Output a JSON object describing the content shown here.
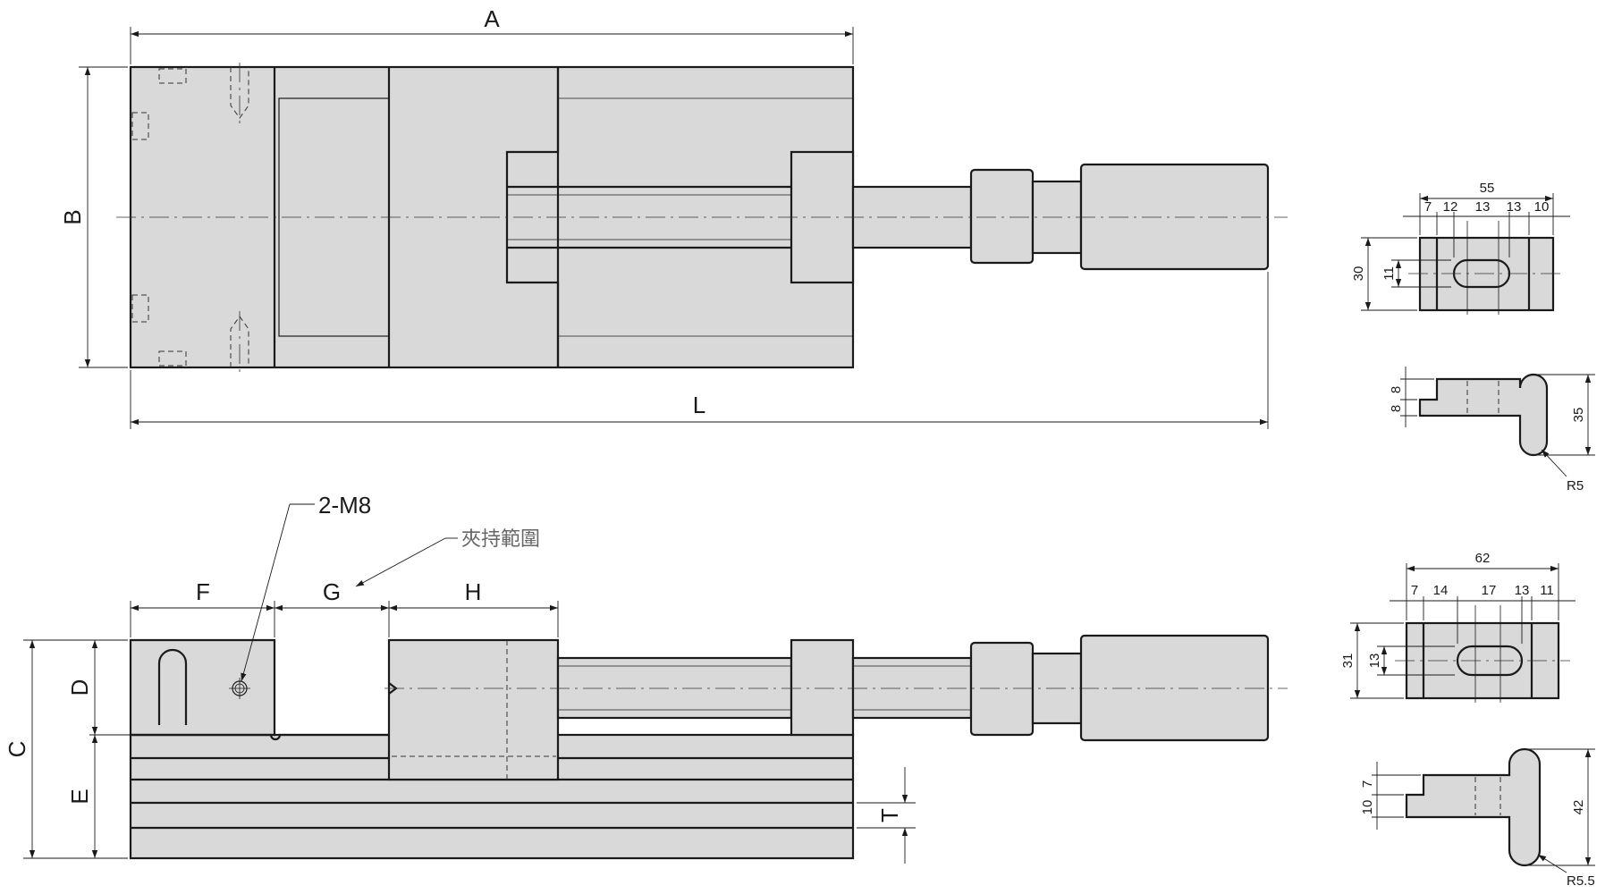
{
  "labels": {
    "A": "A",
    "B": "B",
    "L": "L",
    "C": "C",
    "D": "D",
    "E": "E",
    "F": "F",
    "G": "G",
    "H": "H",
    "T": "T"
  },
  "callouts": {
    "thread": "2-M8",
    "clamping_range": "夾持範圍"
  },
  "clamp_small": {
    "top_view": {
      "overall": "55",
      "segments": [
        "7",
        "12",
        "13",
        "13",
        "10"
      ],
      "height": "30",
      "slot": "11"
    },
    "side_view": {
      "steps": [
        "8",
        "8"
      ],
      "height": "35",
      "radius": "R5"
    }
  },
  "clamp_large": {
    "top_view": {
      "overall": "62",
      "segments": [
        "7",
        "14",
        "17",
        "13",
        "11"
      ],
      "height": "31",
      "slot": "13"
    },
    "side_view": {
      "steps": [
        "10",
        "7"
      ],
      "height": "42",
      "radius": "R5.5"
    }
  }
}
